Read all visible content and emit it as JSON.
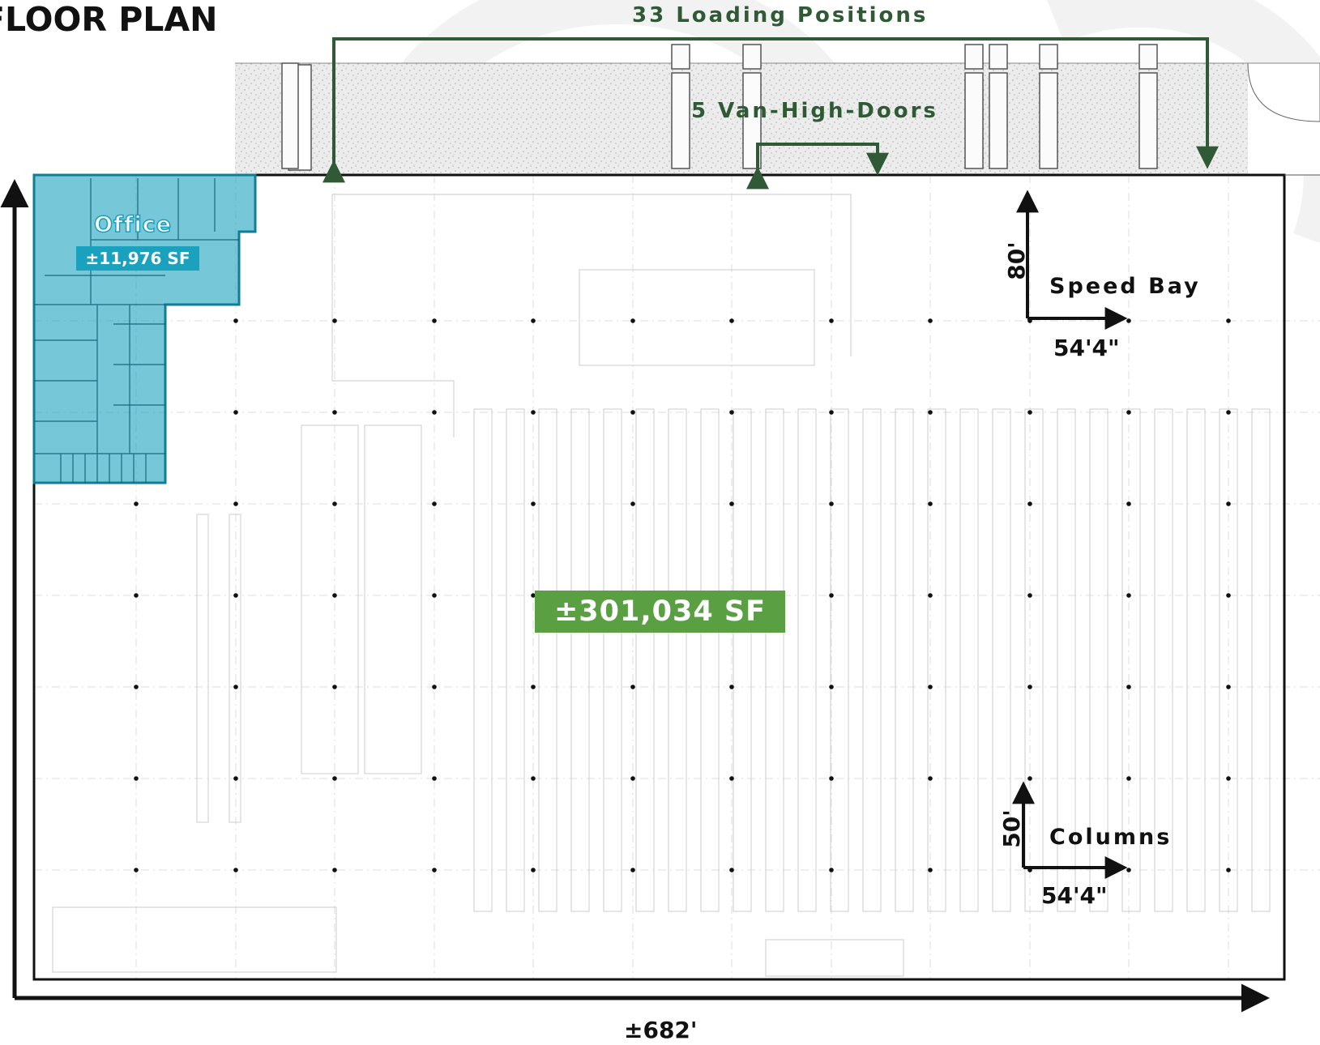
{
  "title": "FLOOR PLAN",
  "labels": {
    "loading_positions": "33 Loading Positions",
    "van_high_doors": "5 Van-High-Doors",
    "speed_bay": "Speed Bay",
    "speed_bay_depth": "80'",
    "speed_bay_width": "54'4\"",
    "columns": "Columns",
    "columns_depth": "50'",
    "columns_width": "54'4\"",
    "building_width": "±682'"
  },
  "office": {
    "name": "Office",
    "area": "±11,976 SF"
  },
  "warehouse": {
    "area": "±301,034 SF"
  },
  "colors": {
    "office_fill": "#1aa1bd",
    "warehouse_badge": "#5aa043",
    "dock_arrows": "#2f5a35",
    "outline": "#111111"
  }
}
